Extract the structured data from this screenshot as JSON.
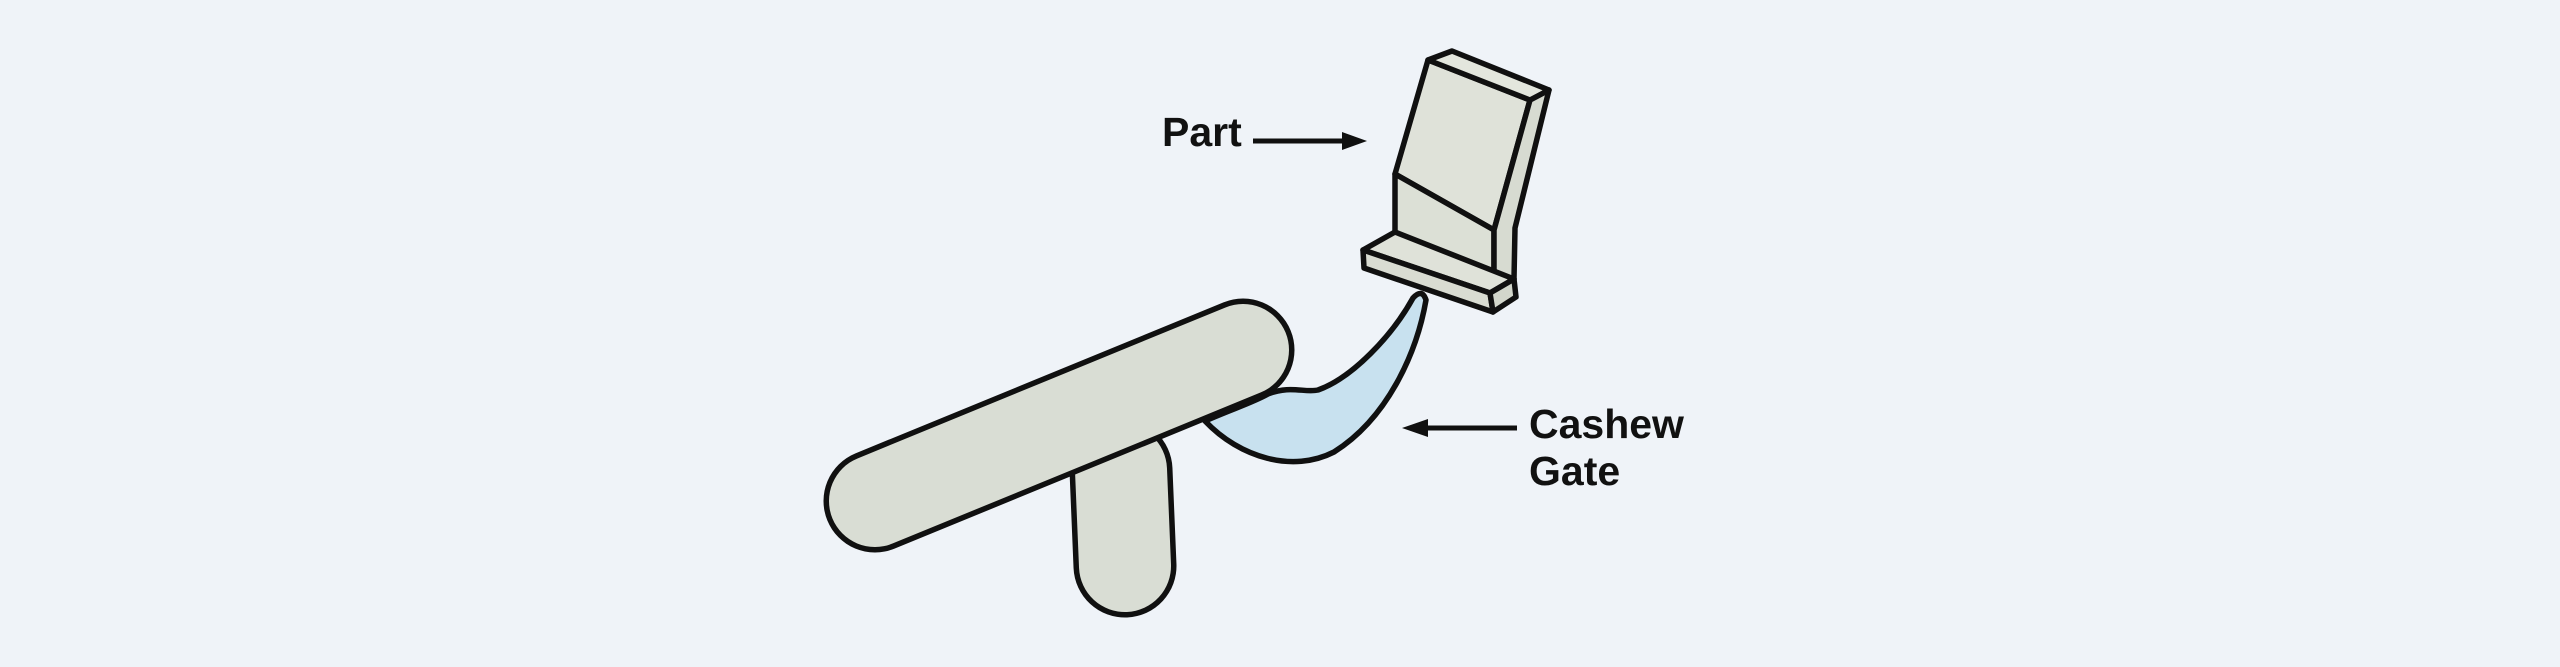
{
  "page": {
    "background_color": "#eff3f8",
    "description_labels_visible": 2
  },
  "labels": {
    "part": "Part",
    "cashew_gate_line1": "Cashew",
    "cashew_gate_line2": "Gate"
  },
  "colors": {
    "outline": "#101010",
    "label_text": "#111111",
    "runner_fill": "#d9ddd4",
    "gate_fill": "#c8e1ef",
    "part_front_fill": "#dfe2d9",
    "part_band_fill": "#dce0d6",
    "part_top_fill": "#e3e6dd",
    "part_side_fill": "#d7dbd1",
    "flange_top_fill": "#dfe2d9",
    "flange_front_fill": "#d9dcd2",
    "flange_end_fill": "#d2d6cb"
  }
}
